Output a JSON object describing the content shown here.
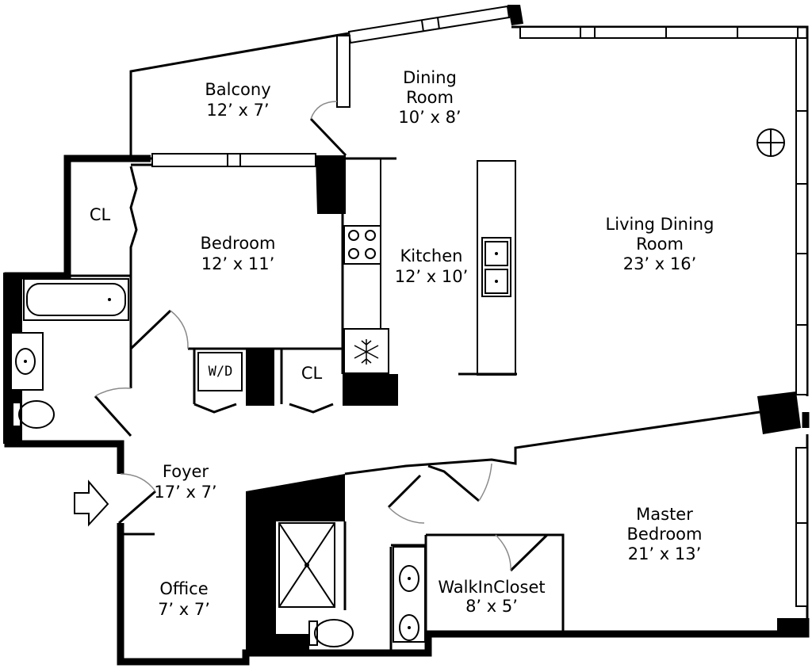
{
  "rooms": {
    "balcony": {
      "name": "Balcony",
      "size": "12’ x 7’"
    },
    "dining": {
      "name_line1": "Dining",
      "name_line2": "Room",
      "size": "10’ x 8’"
    },
    "bedroom": {
      "name": "Bedroom",
      "size": "12’ x 11’"
    },
    "kitchen": {
      "name": "Kitchen",
      "size": "12’ x 10’"
    },
    "living": {
      "name_line1": "Living Dining",
      "name_line2": "Room",
      "size": "23’ x 16’"
    },
    "foyer": {
      "name": "Foyer",
      "size": "17’ x 7’"
    },
    "office": {
      "name": "Office",
      "size": "7’ x 7’"
    },
    "master": {
      "name_line1": "Master",
      "name_line2": "Bedroom",
      "size": "21’ x 13’"
    },
    "walkin": {
      "name": "WalkInCloset",
      "size": "8’ x 5’"
    }
  },
  "labels": {
    "closet_top": "CL",
    "closet_mid": "CL",
    "washer_dryer": "W/D"
  },
  "icons": [
    "entry-arrow-icon",
    "cooktop-icon",
    "double-sink-icon",
    "refrigerator-icon",
    "bathtub-icon",
    "sink-icon",
    "toilet-icon",
    "shower-icon",
    "floor-fixture-icon"
  ]
}
